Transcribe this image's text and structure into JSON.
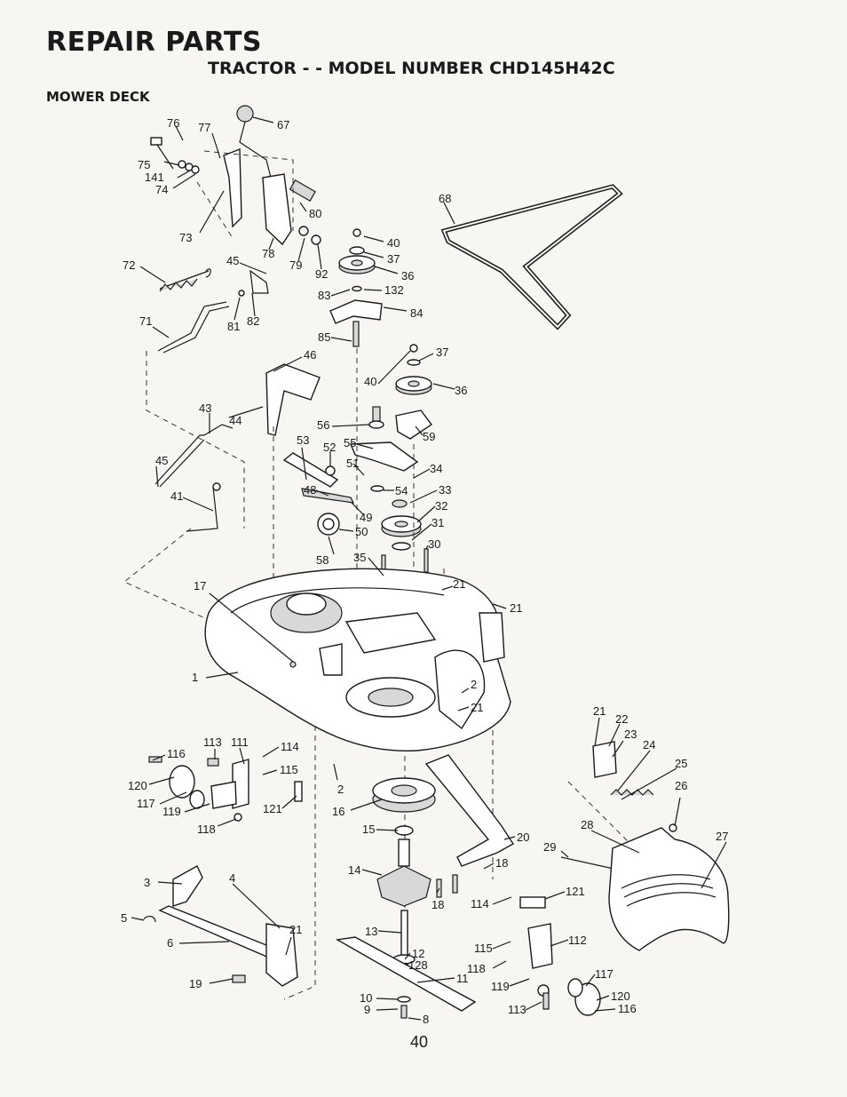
{
  "header": {
    "title": "REPAIR PARTS",
    "subtitle": "TRACTOR - - MODEL NUMBER CHD145H42C",
    "section": "MOWER DECK"
  },
  "page_number": "40",
  "callouts": [
    "76",
    "77",
    "67",
    "75",
    "141",
    "74",
    "73",
    "80",
    "78",
    "79",
    "92",
    "40",
    "37",
    "36",
    "83",
    "132",
    "84",
    "85",
    "68",
    "72",
    "45",
    "81",
    "82",
    "71",
    "46",
    "40",
    "37",
    "36",
    "43",
    "44",
    "56",
    "59",
    "53",
    "52",
    "55",
    "51",
    "34",
    "45",
    "48",
    "54",
    "33",
    "41",
    "49",
    "32",
    "50",
    "31",
    "58",
    "35",
    "30",
    "17",
    "21",
    "21",
    "1",
    "2",
    "21",
    "21",
    "22",
    "23",
    "24",
    "25",
    "113",
    "111",
    "114",
    "116",
    "115",
    "120",
    "117",
    "119",
    "121",
    "2",
    "16",
    "26",
    "118",
    "15",
    "20",
    "28",
    "27",
    "29",
    "14",
    "18",
    "3",
    "4",
    "18",
    "114",
    "121",
    "5",
    "21",
    "13",
    "115",
    "112",
    "6",
    "12",
    "128",
    "118",
    "11",
    "19",
    "119",
    "117",
    "10",
    "120",
    "9",
    "8",
    "113",
    "116"
  ]
}
